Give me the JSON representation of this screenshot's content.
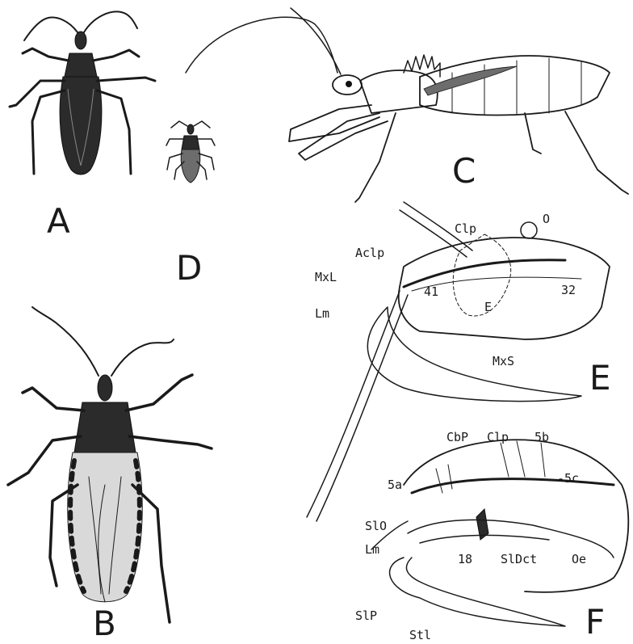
{
  "panels": {
    "A": {
      "letter": "A"
    },
    "B": {
      "letter": "B"
    },
    "C": {
      "letter": "C"
    },
    "D": {
      "letter": "D"
    },
    "E": {
      "letter": "E",
      "labels": {
        "clp": "Clp",
        "o": "O",
        "aclp": "Aclp",
        "mxl": "MxL",
        "n41": "41",
        "n32": "32",
        "e": "E",
        "lm": "Lm",
        "mxs": "MxS"
      }
    },
    "F": {
      "letter": "F",
      "labels": {
        "cbp": "CbP",
        "clp": "Clp",
        "n5b": "5b",
        "n5a": "5a",
        "n5c": "-5c",
        "slo": "SlO",
        "lm": "Lm",
        "n18": "18",
        "sldct": "SlDct",
        "oe": "Oe",
        "slp": "SlP",
        "stl": "Stl"
      }
    }
  },
  "colors": {
    "ink": "#1a1a1a",
    "background": "#ffffff"
  }
}
